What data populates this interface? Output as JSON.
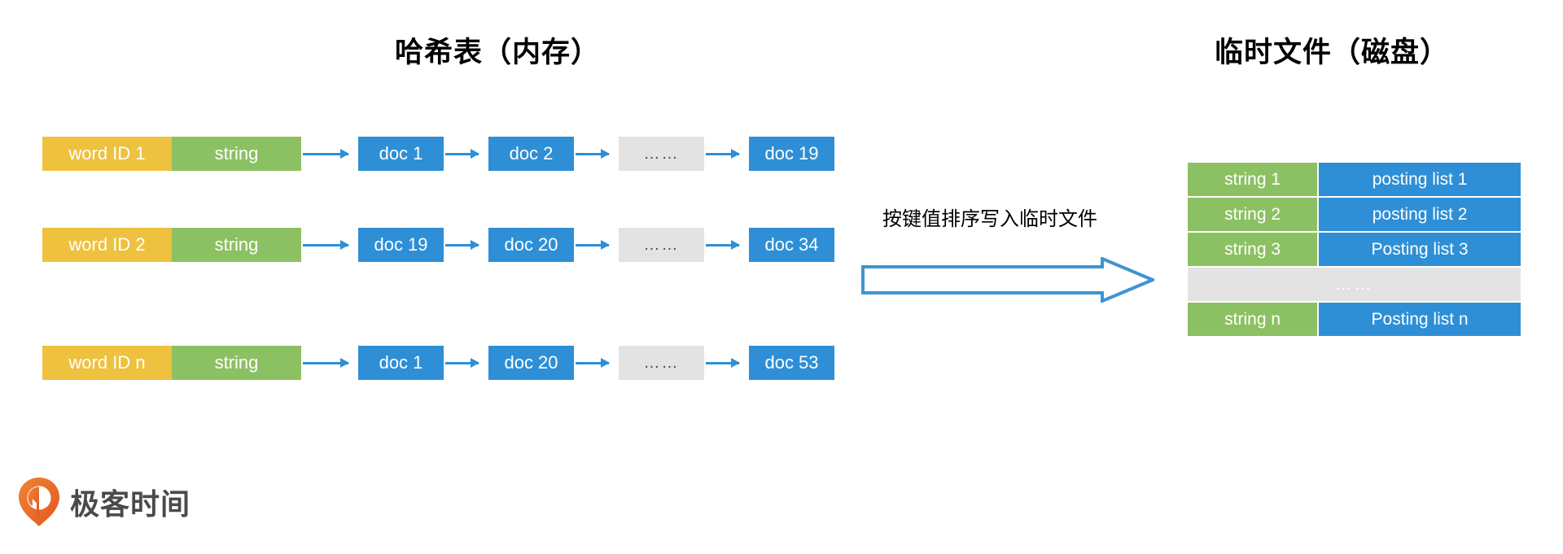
{
  "titles": {
    "left": "哈希表（内存）",
    "right": "临时文件（磁盘）"
  },
  "hash_table": {
    "rows": [
      {
        "key": "word ID 1",
        "value": "string",
        "postings": [
          "doc 1",
          "doc 2",
          "……",
          "doc 19"
        ]
      },
      {
        "key": "word ID 2",
        "value": "string",
        "postings": [
          "doc 19",
          "doc 20",
          "……",
          "doc 34"
        ]
      },
      {
        "key": "word ID n",
        "value": "string",
        "postings": [
          "doc 1",
          "doc 20",
          "……",
          "doc 53"
        ]
      }
    ]
  },
  "transfer": {
    "label": "按键值排序写入临时文件",
    "arrow_icon": "big-right-arrow-icon"
  },
  "temp_file": {
    "columns": [
      "string",
      "posting list"
    ],
    "rows": [
      {
        "string": "string 1",
        "posting": "posting list 1",
        "ellipsis": false
      },
      {
        "string": "string 2",
        "posting": "posting list 2",
        "ellipsis": false
      },
      {
        "string": "string 3",
        "posting": "Posting list 3",
        "ellipsis": false
      },
      {
        "string": "……",
        "posting": "",
        "ellipsis": true
      },
      {
        "string": "string n",
        "posting": "Posting list n",
        "ellipsis": false
      }
    ]
  },
  "logo": {
    "text": "极客时间",
    "icon": "geekbang-pin-logo-icon",
    "icon_color": "#e8712a"
  },
  "colors": {
    "key_yellow": "#eec13f",
    "value_green": "#8cc163",
    "doc_blue": "#2e8fd6",
    "ellipsis_gray": "#e3e3e3",
    "text_dark": "#4a4a4a"
  }
}
